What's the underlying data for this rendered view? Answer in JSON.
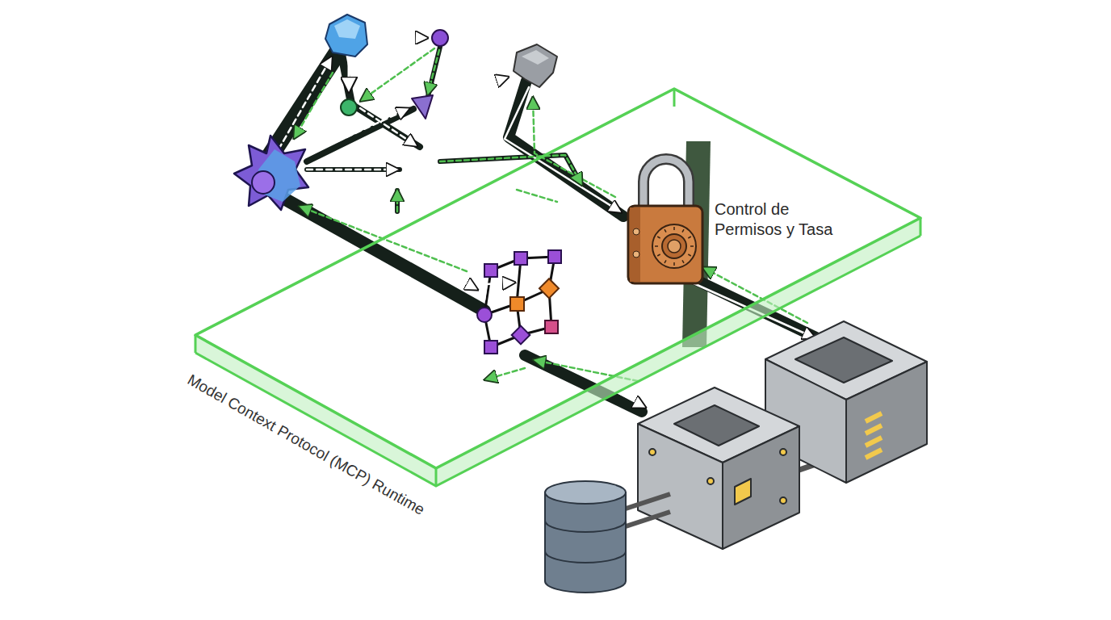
{
  "diagram": {
    "nodes": [
      {
        "text": [
          "Model Context Protocol (MCP) Runtime"
        ]
      },
      {
        "text": [
          "Control de Permisos y Tasa"
        ],
        "in": 0
      }
    ]
  }
}
